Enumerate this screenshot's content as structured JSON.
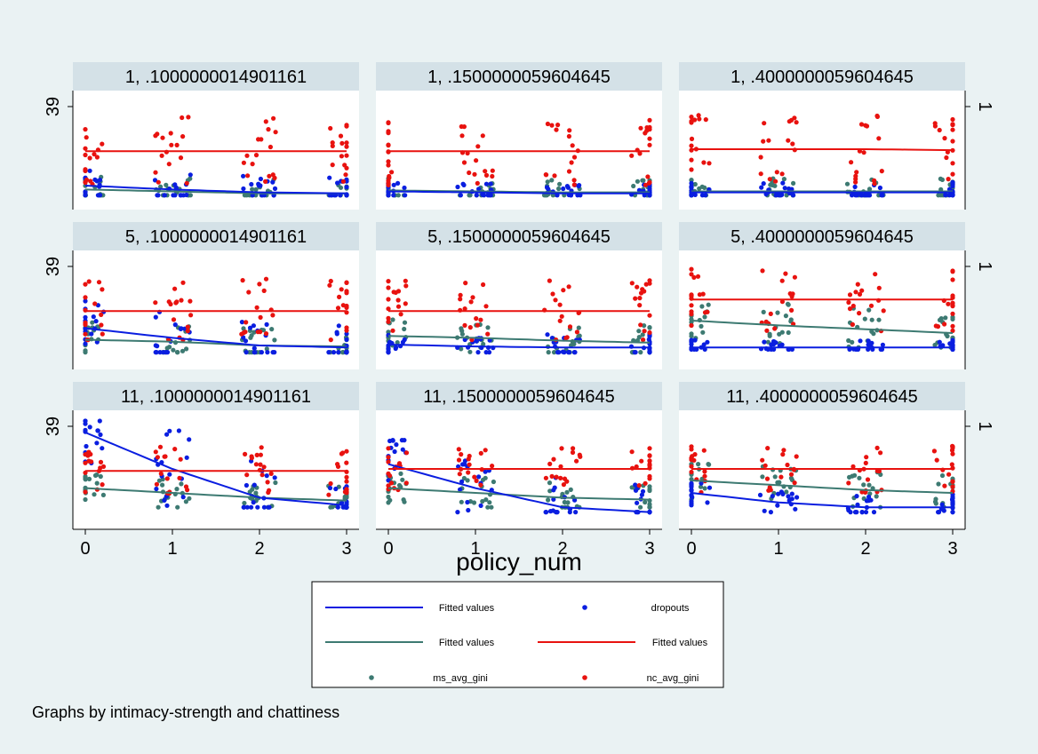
{
  "chart_data": {
    "type": "scatter",
    "xlabel": "policy_num",
    "note": "Graphs by intimacy-strength and chattiness",
    "xticks": [
      "0",
      "1",
      "2",
      "3"
    ],
    "y_left_tick": "39",
    "y_right_tick": "1",
    "legend": [
      {
        "label": "Fitted values",
        "kind": "line",
        "color": "#0a1ee0"
      },
      {
        "label": "dropouts",
        "kind": "dot",
        "color": "#0a1ee0"
      },
      {
        "label": "Fitted values",
        "kind": "line",
        "color": "#3d7a72"
      },
      {
        "label": "Fitted values",
        "kind": "line",
        "color": "#e8120f"
      },
      {
        "label": "ms_avg_gini",
        "kind": "dot",
        "color": "#3d7a72"
      },
      {
        "label": "nc_avg_gini",
        "kind": "dot",
        "color": "#e8120f"
      }
    ],
    "panels": [
      {
        "title": "1, .1000000014901161",
        "nc_fit": [
          0.48,
          0.48,
          0.48,
          0.48
        ],
        "ms_fit": [
          0.08,
          0.06,
          0.04,
          0.04
        ],
        "dr_fit": [
          0.12,
          0.08,
          0.05,
          0.04
        ],
        "nc_range": [
          0.12,
          0.92
        ],
        "ms_range": [
          0.02,
          0.35
        ],
        "dr_range": [
          0.02,
          0.42
        ]
      },
      {
        "title": "1, .1500000059604645",
        "nc_fit": [
          0.48,
          0.48,
          0.48,
          0.48
        ],
        "ms_fit": [
          0.07,
          0.06,
          0.05,
          0.05
        ],
        "dr_fit": [
          0.06,
          0.05,
          0.04,
          0.04
        ],
        "nc_range": [
          0.12,
          0.92
        ],
        "ms_range": [
          0.02,
          0.32
        ],
        "dr_range": [
          0.02,
          0.25
        ]
      },
      {
        "title": "1, .4000000059604645",
        "nc_fit": [
          0.5,
          0.5,
          0.5,
          0.49
        ],
        "ms_fit": [
          0.06,
          0.06,
          0.06,
          0.06
        ],
        "dr_fit": [
          0.05,
          0.05,
          0.05,
          0.05
        ],
        "nc_range": [
          0.12,
          0.92
        ],
        "ms_range": [
          0.02,
          0.32
        ],
        "dr_range": [
          0.02,
          0.25
        ]
      },
      {
        "title": "5, .1000000014901161",
        "nc_fit": [
          0.48,
          0.48,
          0.48,
          0.48
        ],
        "ms_fit": [
          0.18,
          0.16,
          0.12,
          0.11
        ],
        "dr_fit": [
          0.3,
          0.2,
          0.12,
          0.1
        ],
        "nc_range": [
          0.18,
          0.92
        ],
        "ms_range": [
          0.05,
          0.45
        ],
        "dr_range": [
          0.05,
          0.7
        ]
      },
      {
        "title": "5, .1500000059604645",
        "nc_fit": [
          0.48,
          0.48,
          0.48,
          0.48
        ],
        "ms_fit": [
          0.22,
          0.2,
          0.17,
          0.15
        ],
        "dr_fit": [
          0.13,
          0.11,
          0.1,
          0.1
        ],
        "nc_range": [
          0.18,
          0.92
        ],
        "ms_range": [
          0.05,
          0.45
        ],
        "dr_range": [
          0.05,
          0.35
        ]
      },
      {
        "title": "5, .4000000059604645",
        "nc_fit": [
          0.6,
          0.6,
          0.6,
          0.6
        ],
        "ms_fit": [
          0.38,
          0.33,
          0.29,
          0.25
        ],
        "dr_fit": [
          0.1,
          0.1,
          0.1,
          0.1
        ],
        "nc_range": [
          0.25,
          1.0
        ],
        "ms_range": [
          0.1,
          0.6
        ],
        "dr_range": [
          0.08,
          0.25
        ]
      },
      {
        "title": "11, .1000000014901161",
        "nc_fit": [
          0.48,
          0.48,
          0.48,
          0.48
        ],
        "ms_fit": [
          0.3,
          0.25,
          0.2,
          0.17
        ],
        "dr_fit": [
          0.88,
          0.5,
          0.2,
          0.12
        ],
        "nc_range": [
          0.2,
          0.78
        ],
        "ms_range": [
          0.1,
          0.45
        ],
        "dr_range": [
          0.1,
          1.0
        ]
      },
      {
        "title": "11, .1500000059604645",
        "nc_fit": [
          0.5,
          0.5,
          0.5,
          0.5
        ],
        "ms_fit": [
          0.3,
          0.25,
          0.2,
          0.18
        ],
        "dr_fit": [
          0.55,
          0.3,
          0.1,
          0.05
        ],
        "nc_range": [
          0.25,
          0.75
        ],
        "ms_range": [
          0.1,
          0.45
        ],
        "dr_range": [
          0.05,
          0.8
        ]
      },
      {
        "title": "11, .4000000059604645",
        "nc_fit": [
          0.5,
          0.5,
          0.5,
          0.5
        ],
        "ms_fit": [
          0.38,
          0.33,
          0.28,
          0.25
        ],
        "dr_fit": [
          0.25,
          0.15,
          0.1,
          0.1
        ],
        "nc_range": [
          0.25,
          0.8
        ],
        "ms_range": [
          0.1,
          0.55
        ],
        "dr_range": [
          0.05,
          0.35
        ]
      }
    ]
  }
}
